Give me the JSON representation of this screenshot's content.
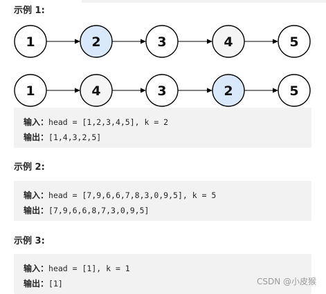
{
  "examples": [
    {
      "heading": "示例 1:",
      "lists": [
        {
          "nodes": [
            {
              "value": "1",
              "fill": "#ffffff"
            },
            {
              "value": "2",
              "fill": "#dae8fc"
            },
            {
              "value": "3",
              "fill": "#ffffff"
            },
            {
              "value": "4",
              "fill": "#f5f5f5"
            },
            {
              "value": "5",
              "fill": "#ffffff"
            }
          ]
        },
        {
          "nodes": [
            {
              "value": "1",
              "fill": "#ffffff"
            },
            {
              "value": "4",
              "fill": "#f5f5f5"
            },
            {
              "value": "3",
              "fill": "#ffffff"
            },
            {
              "value": "2",
              "fill": "#dae8fc"
            },
            {
              "value": "5",
              "fill": "#ffffff"
            }
          ]
        }
      ],
      "input_label": "输入：",
      "input_text": "head = [1,2,3,4,5], k = 2",
      "output_label": "输出：",
      "output_text": "[1,4,3,2,5]"
    },
    {
      "heading": "示例 2:",
      "input_label": "输入：",
      "input_text": "head = [7,9,6,6,7,8,3,0,9,5], k = 5",
      "output_label": "输出：",
      "output_text": "[7,9,6,6,8,7,3,0,9,5]"
    },
    {
      "heading": "示例 3:",
      "input_label": "输入：",
      "input_text": "head = [1], k = 1",
      "output_label": "输出：",
      "output_text": "[1]"
    }
  ],
  "watermark": "CSDN @小皮猴",
  "colors": {
    "highlight_blue": "#dae8fc",
    "highlight_gray": "#f5f5f5",
    "code_background": "#f2f2f2"
  }
}
